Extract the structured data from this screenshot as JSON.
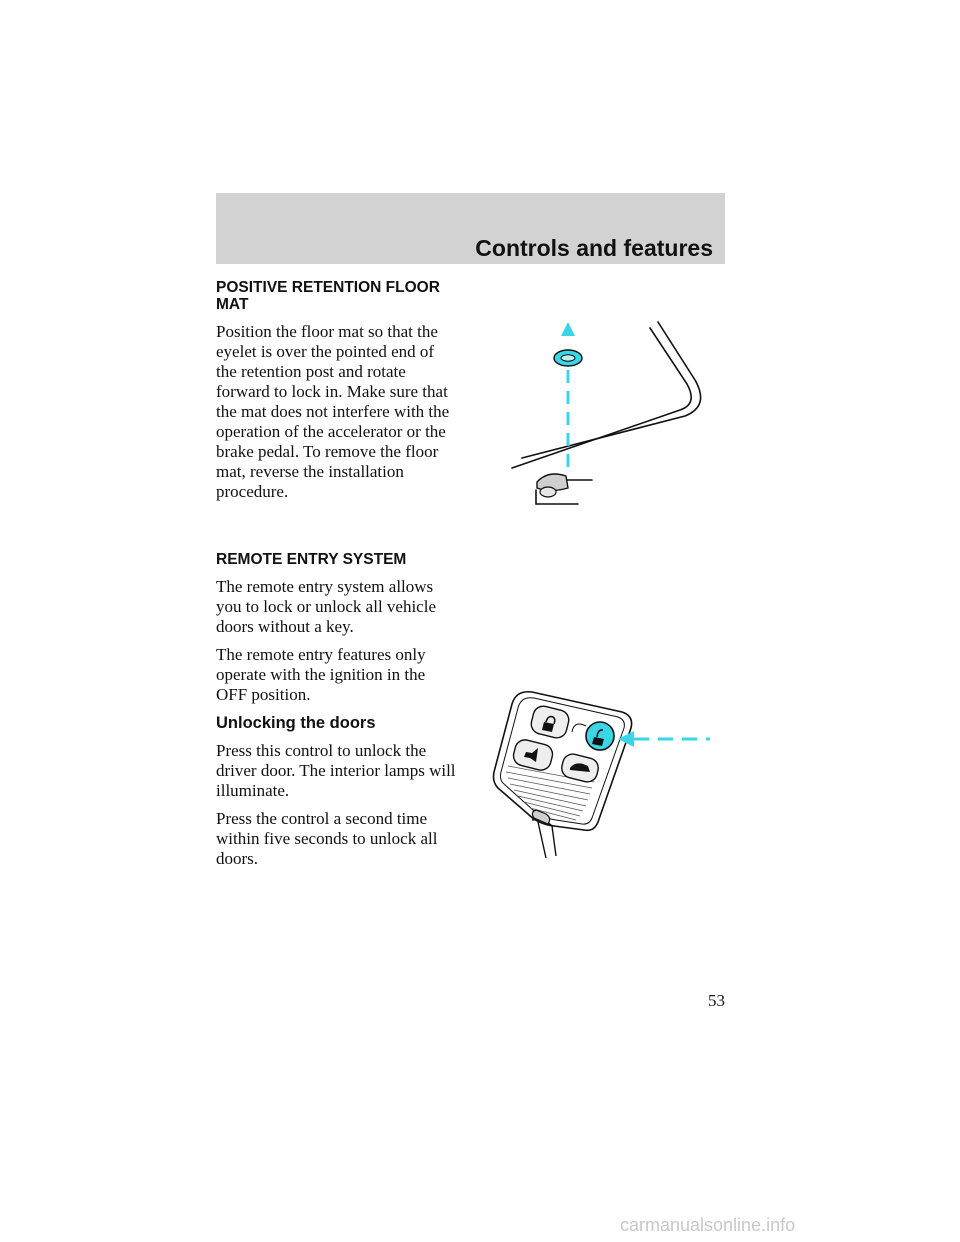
{
  "header": {
    "title": "Controls and features"
  },
  "sections": {
    "floor_mat": {
      "heading": "POSITIVE RETENTION FLOOR\nMAT",
      "body": "Position the floor mat so that the\neyelet is over the pointed end of\nthe retention post and rotate\nforward to lock in. Make sure that\nthe mat does not interfere with the\noperation of the accelerator or the\nbrake pedal. To remove the floor\nmat, reverse the installation\nprocedure."
    },
    "remote_entry": {
      "heading": "REMOTE ENTRY SYSTEM",
      "para1": "The remote entry system allows\nyou to lock or unlock all vehicle\ndoors without a key.",
      "para2": "The remote entry features only\noperate with the ignition in the\nOFF position."
    },
    "unlocking": {
      "heading": "Unlocking the doors",
      "para1": "Press this control to unlock the\ndriver door. The interior lamps will\nilluminate.",
      "para2": "Press the control a second time\nwithin five seconds to unlock all\ndoors."
    }
  },
  "page_number": "53",
  "watermark": "carmanualsonline.info",
  "colors": {
    "header_band": "#d2d2d2",
    "accent_cyan": "#3ad6e8",
    "text": "#111111"
  }
}
